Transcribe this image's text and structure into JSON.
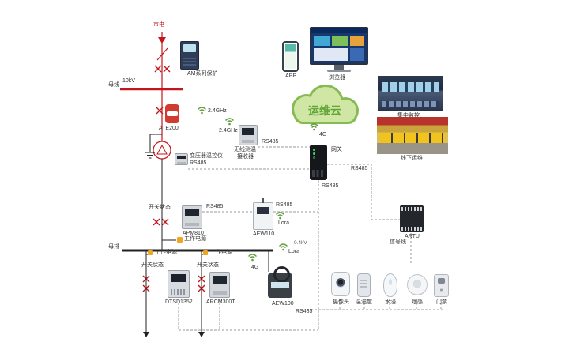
{
  "colors": {
    "power_line": "#c3161c",
    "neutral_line": "#222222",
    "comm_line": "#999999",
    "cloud_fill": "#cfe6a5",
    "cloud_edge": "#86bb52",
    "cloud_text": "#63a537",
    "tag_orange": "#f2a51f"
  },
  "hv_section": {
    "city_power": "市电",
    "voltage": "10kV",
    "bus": "母线",
    "relay": "AM系列保护",
    "temp_sensor": "ATE200",
    "temp_sensor_freq": "2.4GHz",
    "receiver_freq": "2.4GHz",
    "receiver_line1": "无线测温",
    "receiver_line2": "接收器",
    "receiver_bus": "RS485",
    "transformer_controller": "变压器温控仪",
    "transformer_controller_bus": "RS485"
  },
  "cloud_layer": {
    "app": "APP",
    "browser": "浏览器",
    "cloud": "运维云",
    "uplink": "4G",
    "gateway": "网关",
    "central_monitoring": "集中监控",
    "offline_ops": "线下运维",
    "rs485_right": "RS485",
    "rs485_down": "RS485"
  },
  "metering_row": {
    "switch_status": "开关状态",
    "working_power": "工作电源",
    "apm810": "APM810",
    "apm810_bus": "RS485",
    "aew110": "AEW110",
    "aew110_bus": "RS485",
    "aew110_radio": "Lora",
    "artu": "ARTU",
    "signal_line": "信号线"
  },
  "lv_section": {
    "bus": "母排",
    "voltage": "0.4kV",
    "working_power_1": "工作电源",
    "working_power_2": "工作电源",
    "switch_status_1": "开关状态",
    "switch_status_2": "开关状态",
    "uplink": "4G",
    "radio": "Lora",
    "dtsd1352": "DTSD1352",
    "arcm300t": "ARCM300T",
    "aew100": "AEW100"
  },
  "sensors": {
    "camera": "摄像头",
    "temp_humidity": "温湿度",
    "water_leak": "水浸",
    "smoke": "烟感",
    "door_access": "门禁",
    "bus": "RS485"
  }
}
